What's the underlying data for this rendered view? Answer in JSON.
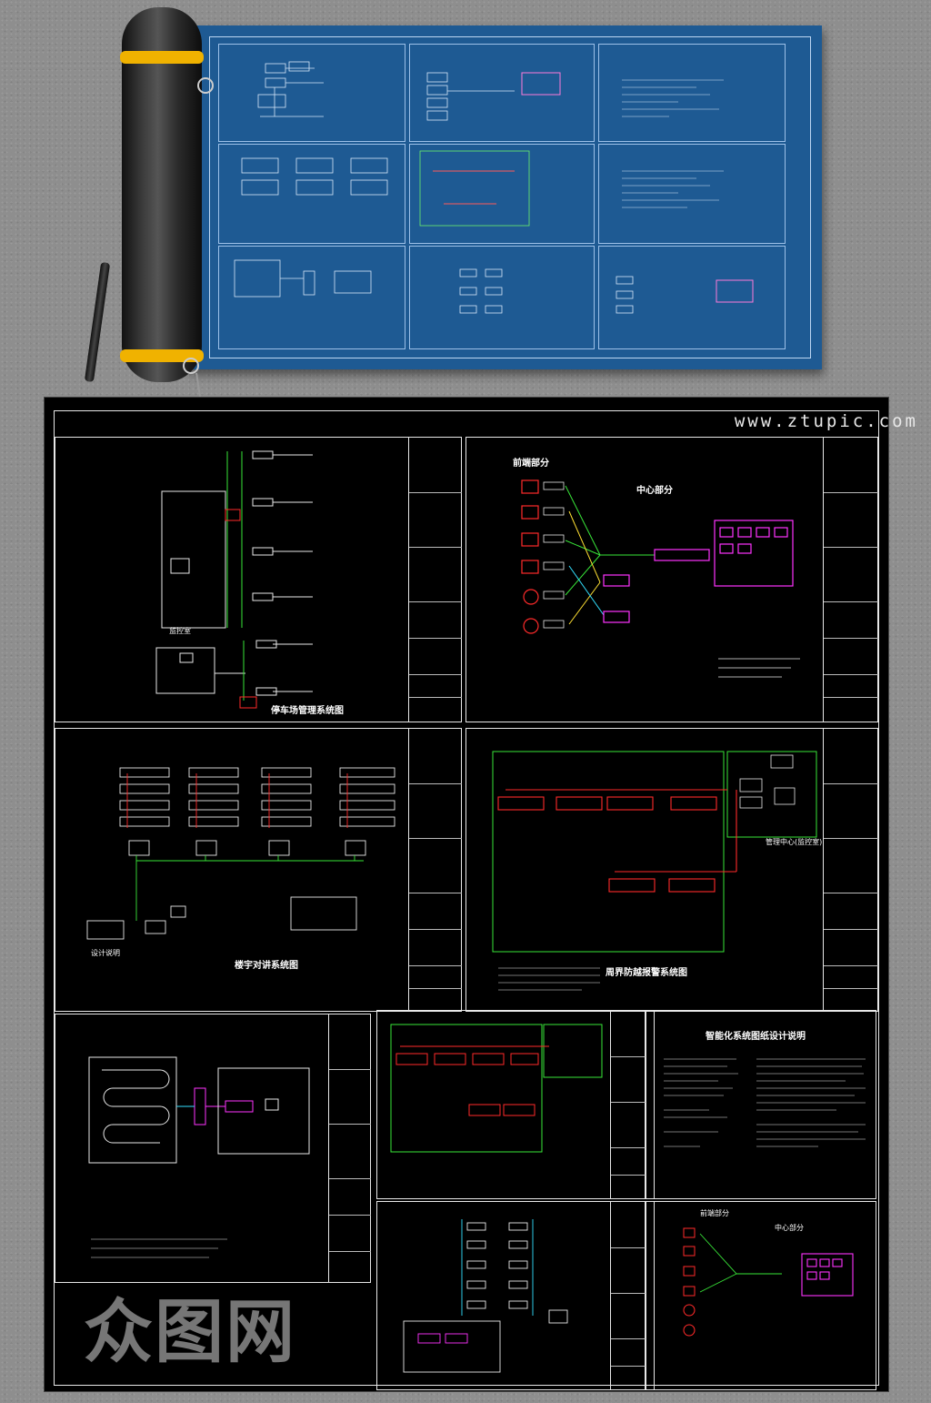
{
  "watermark": {
    "url": "www.ztupic.com",
    "logo": "众图网"
  },
  "drawings": {
    "d1": {
      "title": "停车场管理系统图"
    },
    "d2": {
      "title": ""
    },
    "d3": {
      "title": "楼宇对讲系统图"
    },
    "d4": {
      "title": "周界防越报警系统图"
    },
    "d5": {
      "title": ""
    },
    "d6": {
      "title": ""
    },
    "d7": {
      "title": "智能化系统图纸设计说明"
    },
    "d8": {
      "title": ""
    },
    "d9": {
      "title": ""
    }
  },
  "labels": {
    "d2_left": "前端部分",
    "d2_right": "中心部分",
    "d9_left": "前端部分",
    "d9_right": "中心部分",
    "d1_notes": "监控室",
    "d3_notes": "设计说明",
    "d4_center": "管理中心(监控室)"
  },
  "colors": {
    "blueprint": "#1e5a93",
    "cad_bg": "#000000",
    "line_white": "#e8e8e8",
    "line_green": "#39e639",
    "line_red": "#ff2a2a",
    "line_magenta": "#ff33ff",
    "line_cyan": "#33e0ff",
    "line_yellow": "#ffe033",
    "roll_band": "#f0b200"
  }
}
